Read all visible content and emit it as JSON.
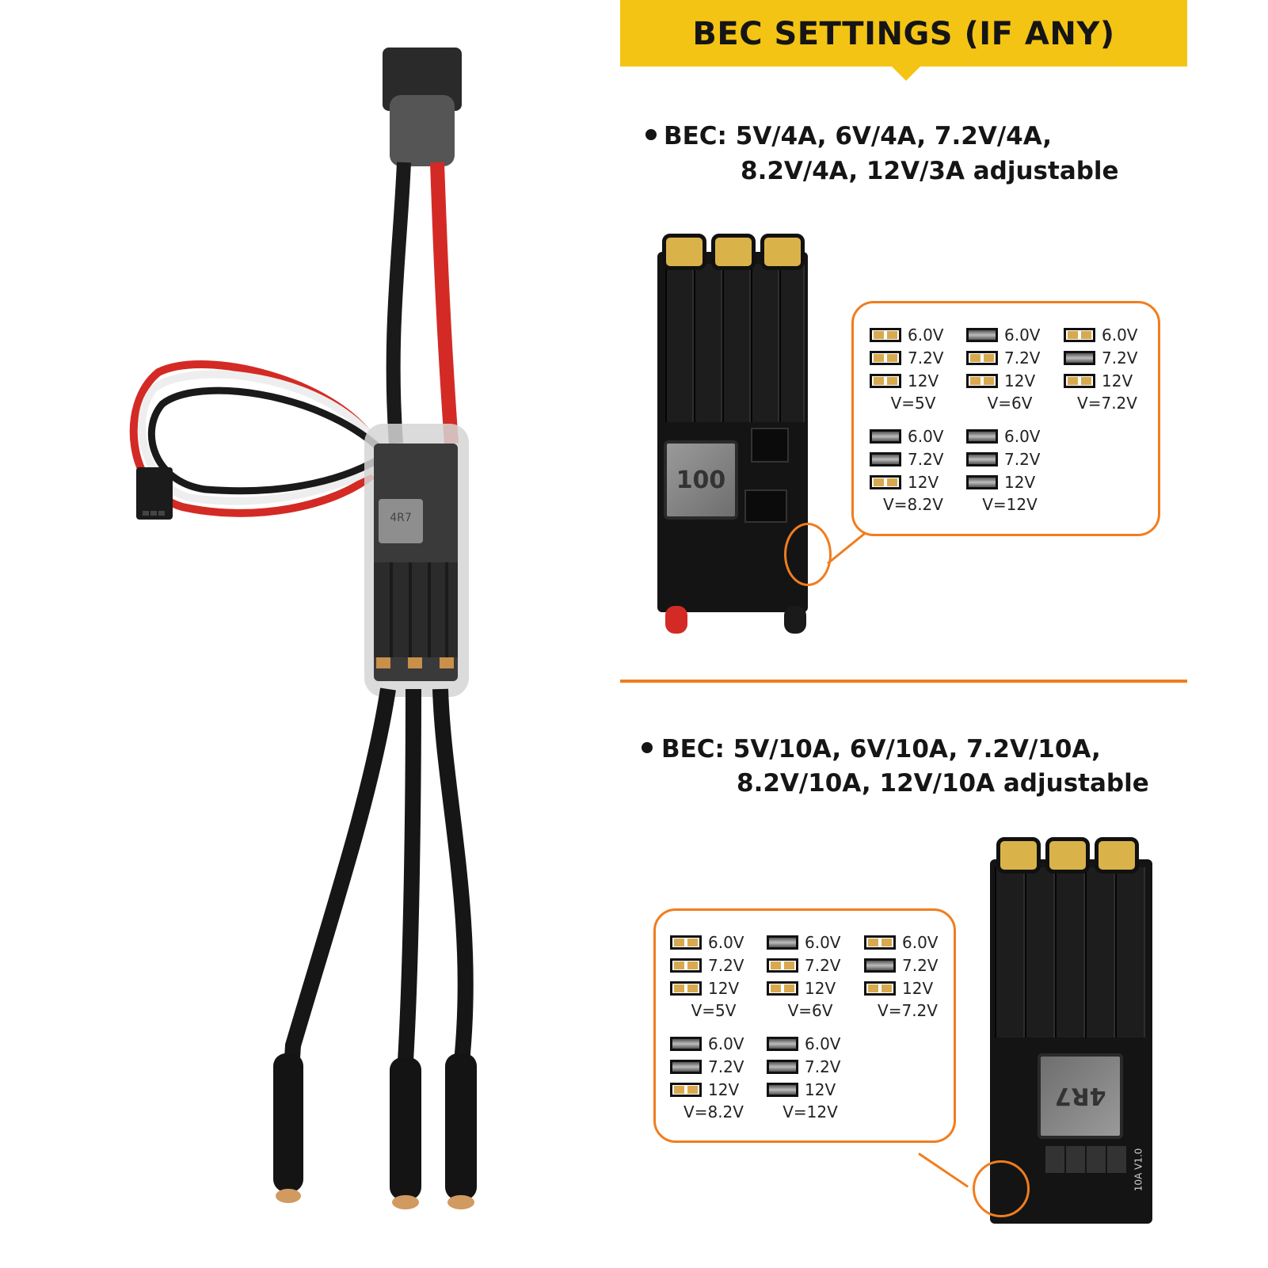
{
  "banner": {
    "title": "BEC SETTINGS (IF ANY)"
  },
  "spec_top": {
    "line1": "BEC:  5V/4A,  6V/4A,  7.2V/4A,",
    "line2": "8.2V/4A,  12V/3A adjustable"
  },
  "spec_bottom": {
    "line1": "BEC:  5V/10A,  6V/10A,  7.2V/10A,",
    "line2": "8.2V/10A,  12V/10A adjustable"
  },
  "pad_labels": {
    "a": "6.0V",
    "b": "7.2V",
    "c": "12V"
  },
  "board_top": {
    "inductor_text": "100"
  },
  "board_bottom": {
    "inductor_text": "4R7",
    "version_text": "10A V1.0"
  },
  "esc_left": {
    "inductor_text": "4R7"
  },
  "legend_top": [
    {
      "states": [
        "open",
        "open",
        "open"
      ],
      "result": "V=5V"
    },
    {
      "states": [
        "bridged",
        "open",
        "open"
      ],
      "result": "V=6V"
    },
    {
      "states": [
        "open",
        "bridged",
        "open"
      ],
      "result": "V=7.2V"
    },
    {
      "states": [
        "bridged",
        "bridged",
        "open"
      ],
      "result": "V=8.2V"
    },
    {
      "states": [
        "bridged",
        "bridged",
        "bridged"
      ],
      "result": "V=12V"
    }
  ],
  "legend_bottom": [
    {
      "states": [
        "open",
        "open",
        "open"
      ],
      "result": "V=5V"
    },
    {
      "states": [
        "bridged",
        "open",
        "open"
      ],
      "result": "V=6V"
    },
    {
      "states": [
        "open",
        "bridged",
        "open"
      ],
      "result": "V=7.2V"
    },
    {
      "states": [
        "bridged",
        "bridged",
        "open"
      ],
      "result": "V=8.2V"
    },
    {
      "states": [
        "bridged",
        "bridged",
        "bridged"
      ],
      "result": "V=12V"
    }
  ],
  "colors": {
    "banner": "#f4c415",
    "accent": "#f07d1f",
    "pad_gold": "#d8a94e"
  }
}
